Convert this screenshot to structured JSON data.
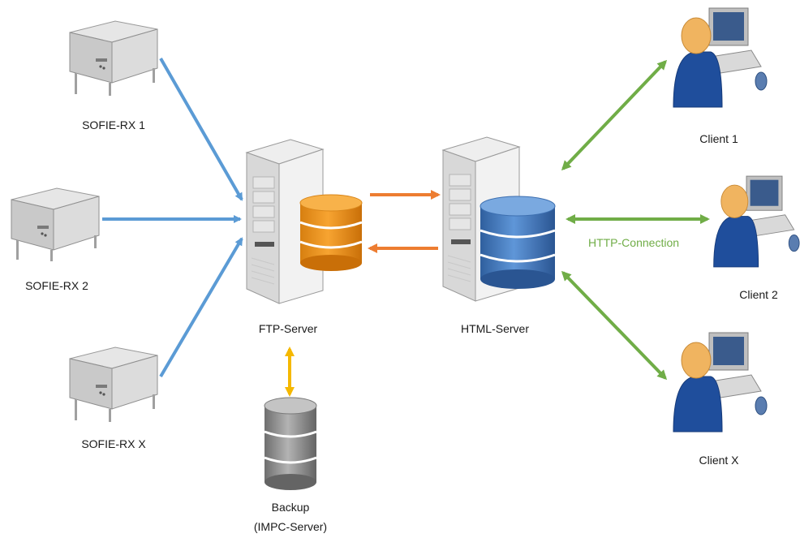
{
  "nodes": {
    "rx1": "SOFIE-RX 1",
    "rx2": "SOFIE-RX 2",
    "rxx": "SOFIE-RX X",
    "ftp": "FTP-Server",
    "html": "HTML-Server",
    "backup_line1": "Backup",
    "backup_line2": "(IMPC-Server)",
    "client1": "Client 1",
    "client2": "Client 2",
    "clientx": "Client X"
  },
  "edges": {
    "http_label": "HTTP-Connection"
  },
  "colors": {
    "rx_to_ftp": "#5b9bd5",
    "ftp_html": "#ed7d31",
    "http": "#70ad47",
    "backup_link": "#f5b800",
    "ftp_db": "#f39c1a",
    "html_db": "#3f78c2",
    "backup_db": "#8a8a8a",
    "person": "#1f4e9c",
    "person_head": "#f0b460"
  },
  "icons": {
    "receiver": "receiver-box-icon",
    "server": "server-tower-icon",
    "database": "database-cylinder-icon",
    "client": "user-workstation-icon"
  }
}
